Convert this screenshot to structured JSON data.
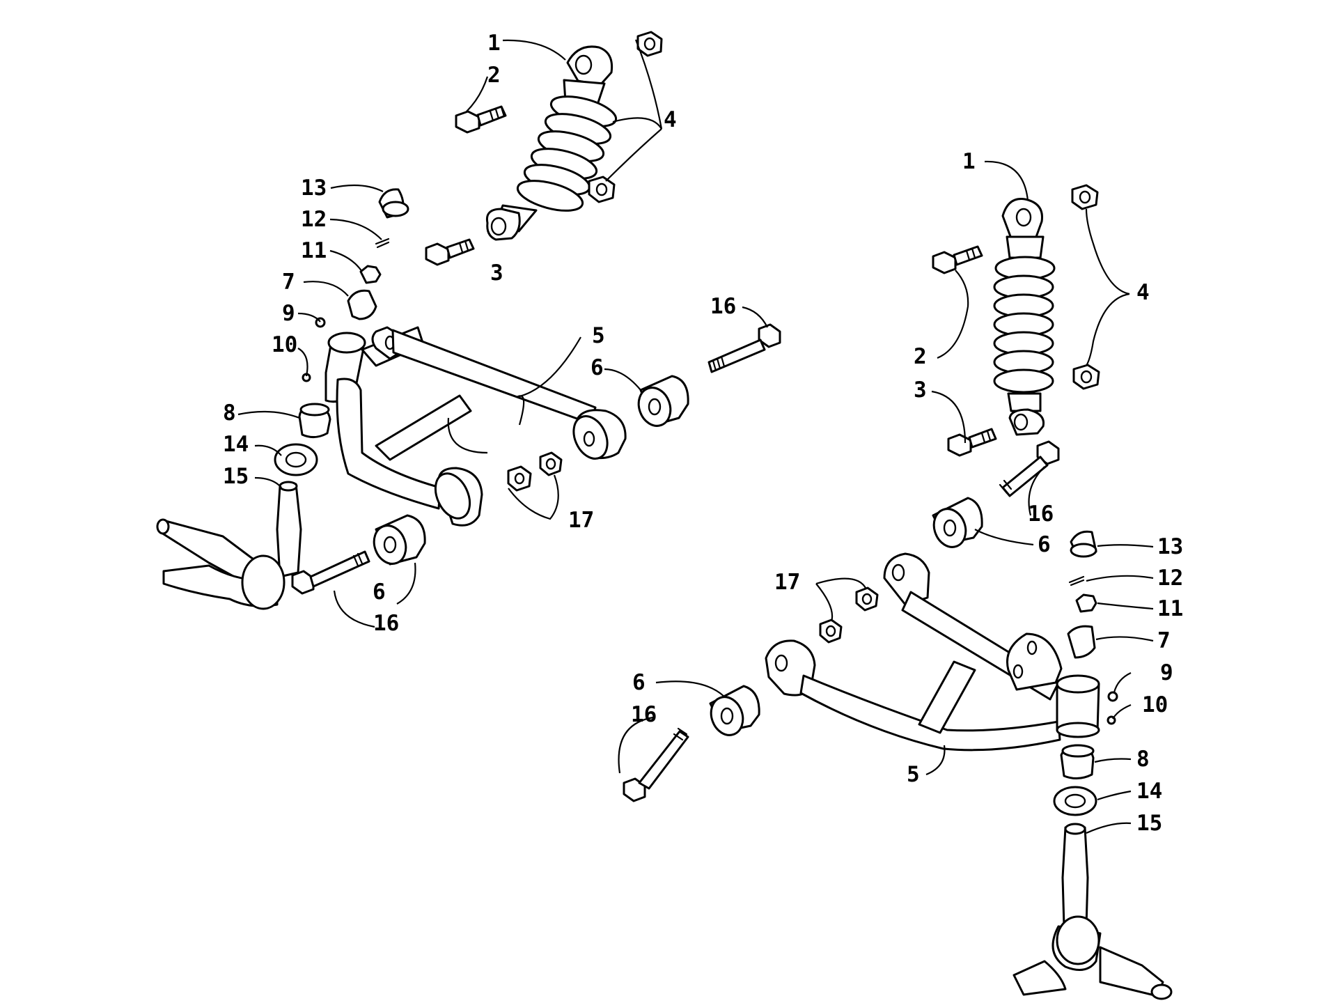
{
  "diagram": {
    "callouts": {
      "n1": "1",
      "n2": "2",
      "n3": "3",
      "n4": "4",
      "n5": "5",
      "n6": "6",
      "n7": "7",
      "n8": "8",
      "n9": "9",
      "n10": "10",
      "n11": "11",
      "n12": "12",
      "n13": "13",
      "n14": "14",
      "n15": "15",
      "n16": "16",
      "n17": "17"
    },
    "line_color": "#000000",
    "background": "#ffffff"
  }
}
